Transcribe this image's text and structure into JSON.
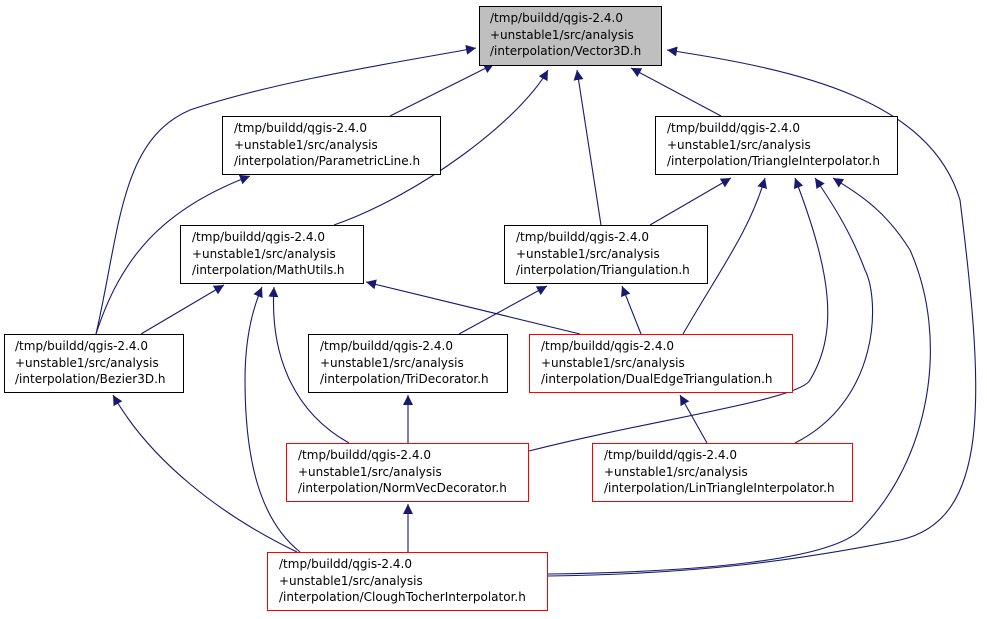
{
  "graph": {
    "colors": {
      "edge": "#191970",
      "box_border": "#000000",
      "box_border_red": "#ff0000",
      "current_fill": "#bfbfbf"
    },
    "nodes": [
      {
        "id": "vector3d",
        "lines": [
          "/tmp/buildd/qgis-2.4.0",
          "+unstable1/src/analysis",
          "/interpolation/Vector3D.h"
        ],
        "border": "black",
        "current": true
      },
      {
        "id": "parametricline",
        "lines": [
          "/tmp/buildd/qgis-2.4.0",
          "+unstable1/src/analysis",
          "/interpolation/ParametricLine.h"
        ],
        "border": "black"
      },
      {
        "id": "triangleinterpolator",
        "lines": [
          "/tmp/buildd/qgis-2.4.0",
          "+unstable1/src/analysis",
          "/interpolation/TriangleInterpolator.h"
        ],
        "border": "black"
      },
      {
        "id": "mathutils",
        "lines": [
          "/tmp/buildd/qgis-2.4.0",
          "+unstable1/src/analysis",
          "/interpolation/MathUtils.h"
        ],
        "border": "black"
      },
      {
        "id": "triangulation",
        "lines": [
          "/tmp/buildd/qgis-2.4.0",
          "+unstable1/src/analysis",
          "/interpolation/Triangulation.h"
        ],
        "border": "black"
      },
      {
        "id": "bezier3d",
        "lines": [
          "/tmp/buildd/qgis-2.4.0",
          "+unstable1/src/analysis",
          "/interpolation/Bezier3D.h"
        ],
        "border": "black"
      },
      {
        "id": "tridecorator",
        "lines": [
          "/tmp/buildd/qgis-2.4.0",
          "+unstable1/src/analysis",
          "/interpolation/TriDecorator.h"
        ],
        "border": "black"
      },
      {
        "id": "dualedgetriangulation",
        "lines": [
          "/tmp/buildd/qgis-2.4.0",
          "+unstable1/src/analysis",
          "/interpolation/DualEdgeTriangulation.h"
        ],
        "border": "red"
      },
      {
        "id": "normvecdecorator",
        "lines": [
          "/tmp/buildd/qgis-2.4.0",
          "+unstable1/src/analysis",
          "/interpolation/NormVecDecorator.h"
        ],
        "border": "red"
      },
      {
        "id": "lintriangleinterpolator",
        "lines": [
          "/tmp/buildd/qgis-2.4.0",
          "+unstable1/src/analysis",
          "/interpolation/LinTriangleInterpolator.h"
        ],
        "border": "red"
      },
      {
        "id": "cloughtocherinterpolator",
        "lines": [
          "/tmp/buildd/qgis-2.4.0",
          "+unstable1/src/analysis",
          "/interpolation/CloughTocherInterpolator.h"
        ],
        "border": "red"
      }
    ],
    "edges": [
      {
        "from": "parametricline",
        "to": "vector3d"
      },
      {
        "from": "mathutils",
        "to": "vector3d"
      },
      {
        "from": "triangulation",
        "to": "vector3d"
      },
      {
        "from": "triangleinterpolator",
        "to": "vector3d"
      },
      {
        "from": "bezier3d",
        "to": "vector3d"
      },
      {
        "from": "cloughtocherinterpolator",
        "to": "vector3d"
      },
      {
        "from": "bezier3d",
        "to": "parametricline"
      },
      {
        "from": "triangulation",
        "to": "triangleinterpolator"
      },
      {
        "from": "dualedgetriangulation",
        "to": "triangleinterpolator"
      },
      {
        "from": "normvecdecorator",
        "to": "triangleinterpolator"
      },
      {
        "from": "lintriangleinterpolator",
        "to": "triangleinterpolator"
      },
      {
        "from": "cloughtocherinterpolator",
        "to": "triangleinterpolator"
      },
      {
        "from": "bezier3d",
        "to": "mathutils"
      },
      {
        "from": "dualedgetriangulation",
        "to": "mathutils"
      },
      {
        "from": "normvecdecorator",
        "to": "mathutils"
      },
      {
        "from": "cloughtocherinterpolator",
        "to": "mathutils"
      },
      {
        "from": "tridecorator",
        "to": "triangulation"
      },
      {
        "from": "dualedgetriangulation",
        "to": "triangulation"
      },
      {
        "from": "cloughtocherinterpolator",
        "to": "bezier3d"
      },
      {
        "from": "normvecdecorator",
        "to": "tridecorator"
      },
      {
        "from": "lintriangleinterpolator",
        "to": "dualedgetriangulation"
      },
      {
        "from": "cloughtocherinterpolator",
        "to": "normvecdecorator"
      }
    ]
  }
}
